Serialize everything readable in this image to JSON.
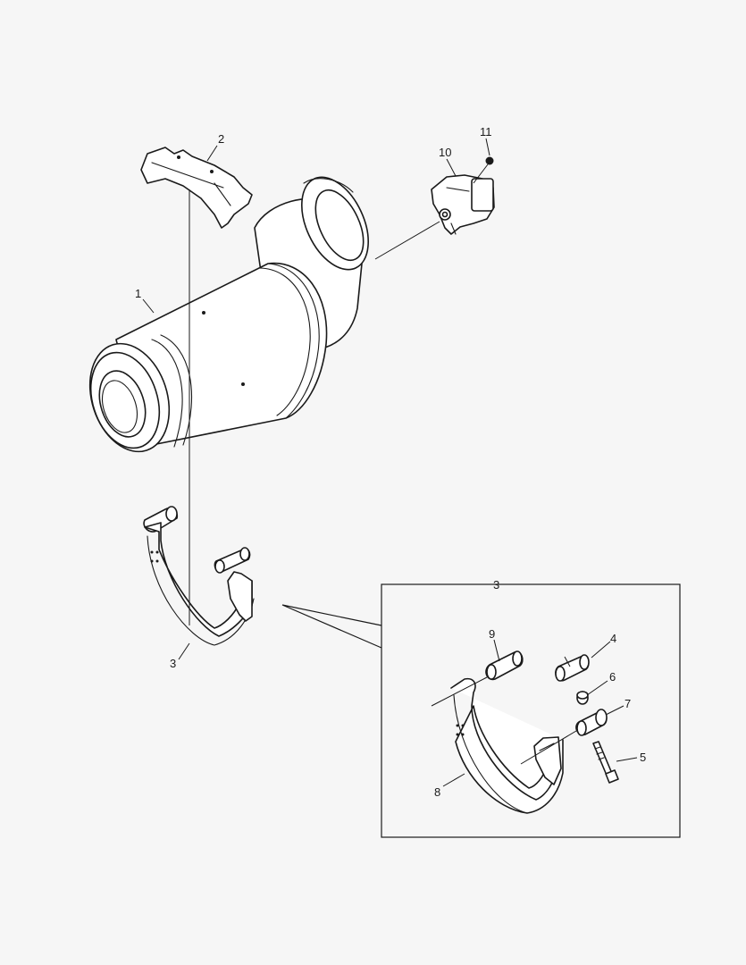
{
  "callouts": {
    "c1": "1",
    "c2": "2",
    "c3_main": "3",
    "c3_detail": "3",
    "c4": "4",
    "c5": "5",
    "c6": "6",
    "c7": "7",
    "c8": "8",
    "c9": "9",
    "c10": "10",
    "c11": "11"
  }
}
